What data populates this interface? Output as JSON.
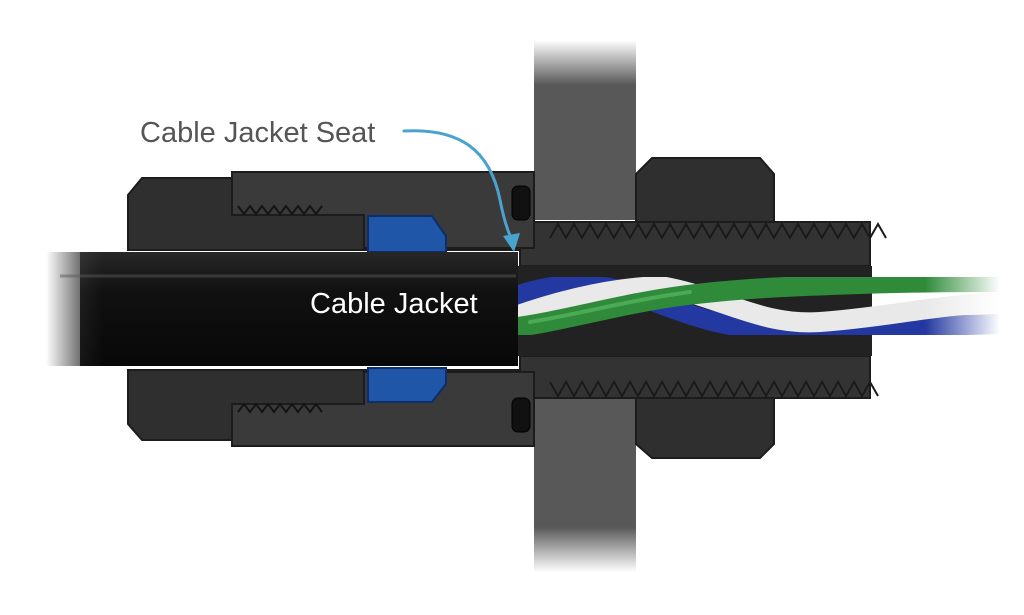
{
  "labels": {
    "cable_jacket_seat": "Cable Jacket Seat",
    "cable_jacket": "Cable Jacket"
  },
  "colors": {
    "background": "#ffffff",
    "housing": "#2f2f2f",
    "housing_edge": "#1c1c1c",
    "panel": "#585858",
    "cable_jacket": "#141414",
    "seal_insert": "#1f56a8",
    "wire_green": "#2f8a3a",
    "wire_blue": "#2338a0",
    "wire_white": "#e9e9e9",
    "callout_arrow": "#4aa3cf",
    "label_dark": "#555555",
    "label_light": "#ffffff"
  },
  "icons": {
    "callout": "curved-arrow",
    "thread": "sawtooth-thread",
    "oring": "o-ring"
  }
}
